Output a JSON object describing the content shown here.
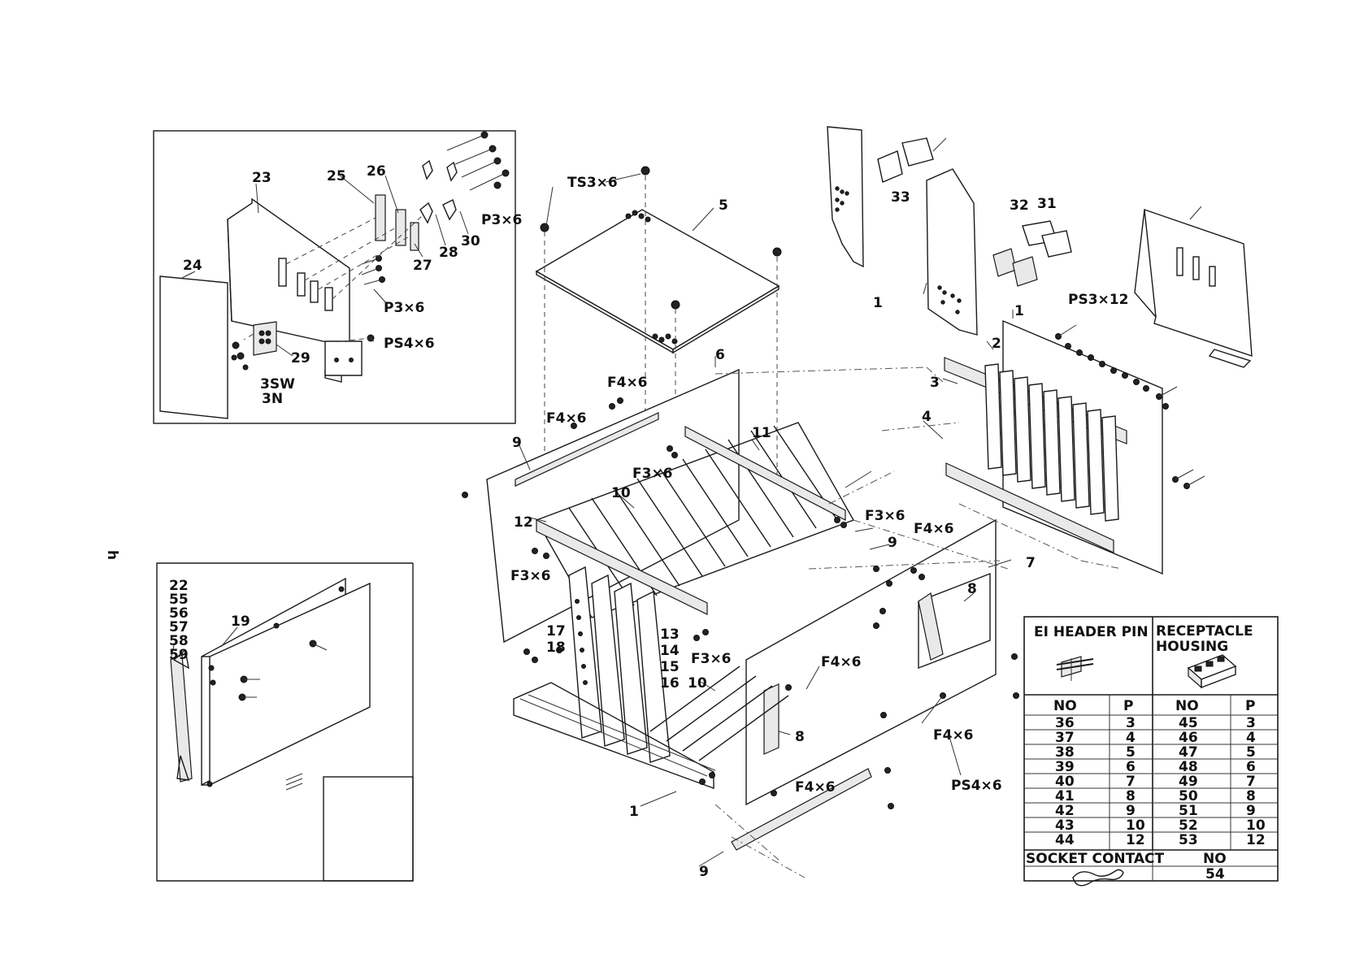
{
  "labels": {
    "ts3x6": "TS3×6",
    "n5": "5",
    "n6": "6",
    "n9": "9",
    "n11": "11",
    "n10": "10",
    "n12": "12",
    "n13": "13",
    "n14": "14",
    "n15": "15",
    "n16": "16",
    "n17": "17",
    "n18": "18",
    "n7": "7",
    "n8": "8",
    "n1": "1",
    "n2": "2",
    "n3": "3",
    "n4": "4",
    "n31": "31",
    "n32": "32",
    "n33": "33",
    "n19": "19",
    "n23": "23",
    "n24": "24",
    "n25": "25",
    "n26": "26",
    "n27": "27",
    "n28": "28",
    "n29": "29",
    "n30": "30",
    "f4x6": "F4×6",
    "f3x6": "F3×6",
    "p3x6": "P3×6",
    "ps4x6": "PS4×6",
    "ps3x12": "PS3×12",
    "sw3": "3SW",
    "n3n": "3N",
    "h_char": "h",
    "stack": [
      "22",
      "55",
      "56",
      "57",
      "58",
      "59"
    ]
  },
  "table": {
    "header_left": "EI HEADER PIN",
    "header_right_1": "RECEPTACLE",
    "header_right_2": "HOUSING",
    "col_no": "NO",
    "col_p": "P",
    "rows": [
      {
        "no1": "36",
        "p1": "3",
        "no2": "45",
        "p2": "3"
      },
      {
        "no1": "37",
        "p1": "4",
        "no2": "46",
        "p2": "4"
      },
      {
        "no1": "38",
        "p1": "5",
        "no2": "47",
        "p2": "5"
      },
      {
        "no1": "39",
        "p1": "6",
        "no2": "48",
        "p2": "6"
      },
      {
        "no1": "40",
        "p1": "7",
        "no2": "49",
        "p2": "7"
      },
      {
        "no1": "41",
        "p1": "8",
        "no2": "50",
        "p2": "8"
      },
      {
        "no1": "42",
        "p1": "9",
        "no2": "51",
        "p2": "9"
      },
      {
        "no1": "43",
        "p1": "10",
        "no2": "52",
        "p2": "10"
      },
      {
        "no1": "44",
        "p1": "12",
        "no2": "53",
        "p2": "12"
      }
    ],
    "socket_label": "SOCKET CONTACT",
    "socket_no": "NO",
    "socket_value": "54"
  }
}
